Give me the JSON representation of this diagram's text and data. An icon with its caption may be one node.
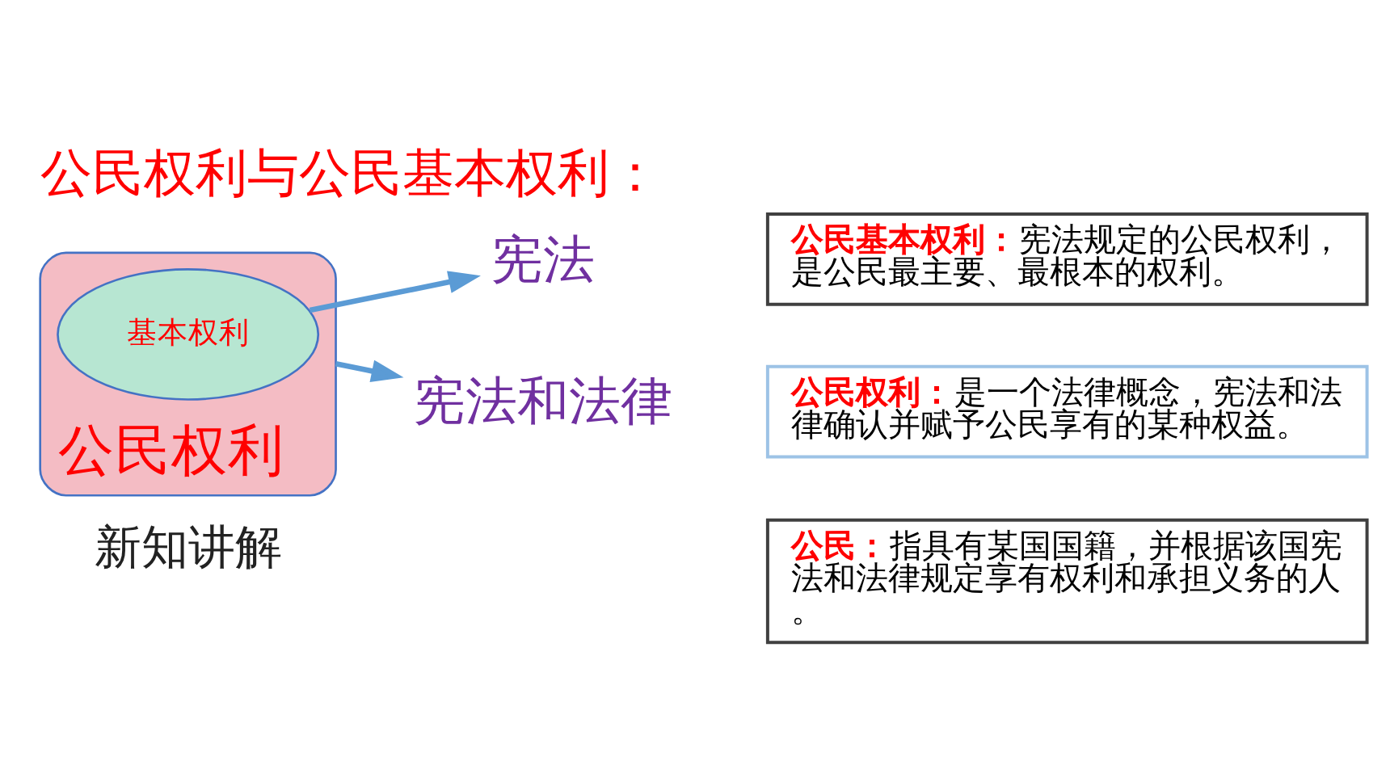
{
  "diagram": {
    "title": "公民权利与公民基本权利：",
    "nodes": [
      {
        "text": [
          "公民权利"
        ]
      },
      {
        "text": [
          "基本权利"
        ],
        "in": 0
      },
      {
        "text": [
          "宪法"
        ]
      },
      {
        "text": [
          "宪法和法律"
        ]
      },
      {
        "text": [
          "公民基本权利：",
          "宪法规定的公民权利，是公民最主要、最根本的权利。"
        ]
      },
      {
        "text": [
          "公民权利：",
          "是一个法律概念，宪法和法律确认并赋予公民享有的某种权益。"
        ]
      },
      {
        "text": [
          "公民：",
          "指具有某国国籍，并根据该国宪法和法律规定享有权利和承担义务的人。"
        ]
      }
    ],
    "edges": [
      {
        "from": 1,
        "to": 2,
        "arrow": "to"
      },
      {
        "from": 0,
        "to": 3,
        "arrow": "to"
      }
    ],
    "labels": [
      "新知讲解"
    ]
  }
}
